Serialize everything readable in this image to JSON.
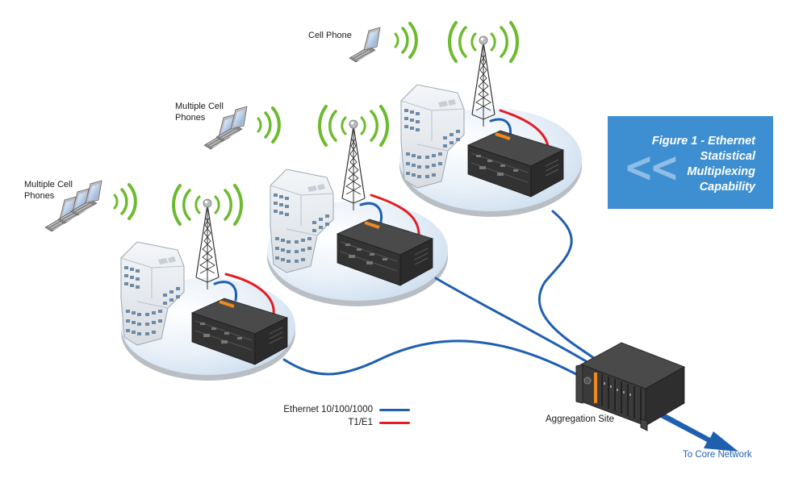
{
  "figure": {
    "title_lines": [
      "Figure 1 - Ethernet",
      "Statistical",
      "Multiplexing",
      "Capability"
    ],
    "chevron_glyph": "<<",
    "box_color": "#3d8fd1"
  },
  "labels": {
    "cell_phone": "Cell Phone",
    "multiple_cell_phones_mid": "Multiple Cell\nPhones",
    "multiple_cell_phones_left": "Multiple Cell\nPhones",
    "aggregation_site": "Aggregation Site",
    "to_core_network": "To Core Network"
  },
  "legend": {
    "items": [
      {
        "label": "Ethernet 10/100/1000",
        "color": "#1f5fb0"
      },
      {
        "label": "T1/E1",
        "color": "#e31e24"
      }
    ]
  },
  "sites": [
    {
      "name": "site-left",
      "phones": 3
    },
    {
      "name": "site-middle",
      "phones": 2
    },
    {
      "name": "site-top",
      "phones": 1
    }
  ],
  "colors": {
    "ethernet": "#1f5fb0",
    "t1e1": "#e31e24",
    "signal": "#6cbb2f",
    "arrow": "#1f5fb0"
  }
}
